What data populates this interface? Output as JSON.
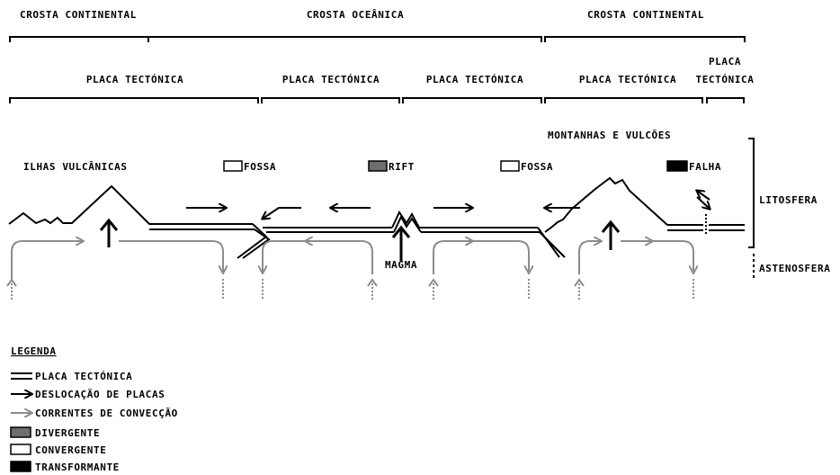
{
  "crust": {
    "left": "CROSTA CONTINENTAL",
    "middle": "CROSTA OCEÂNICA",
    "right": "CROSTA CONTINENTAL"
  },
  "plates": {
    "p1": "PLACA TECTÓNICA",
    "p2": "PLACA TECTÓNICA",
    "p3": "PLACA TECTÓNICA",
    "p4": "PLACA TECTÓNICA",
    "p5_line1": "PLACA",
    "p5_line2": "TECTÓNICA"
  },
  "features": {
    "islands": "ILHAS VULCÂNICAS",
    "mountains": "MONTANHAS E VULCÕES",
    "trench1": "FOSSA",
    "rift": "RIFT",
    "trench2": "FOSSA",
    "fault": "FALHA",
    "magma": "MAGMA"
  },
  "layers": {
    "lithosphere": "LITOSFERA",
    "asthenosphere": "ASTENOSFERA"
  },
  "legend": {
    "title": "LEGENDA",
    "items": [
      {
        "label": "PLACA TECTÓNICA",
        "symbol": "double-line"
      },
      {
        "label": "DESLOCAÇÃO DE PLACAS",
        "symbol": "black-arrow"
      },
      {
        "label": "CORRENTES DE CONVECÇÃO",
        "symbol": "grey-arrow"
      },
      {
        "label": "DIVERGENTE",
        "symbol": "grey-box"
      },
      {
        "label": "CONVERGENTE",
        "symbol": "white-box"
      },
      {
        "label": "TRANSFORMANTE",
        "symbol": "black-box"
      }
    ]
  },
  "colors": {
    "ink": "#000000",
    "convection": "#8c8c8c",
    "divergent": "#6e6e6e",
    "convergent": "#ffffff",
    "transform": "#000000"
  }
}
